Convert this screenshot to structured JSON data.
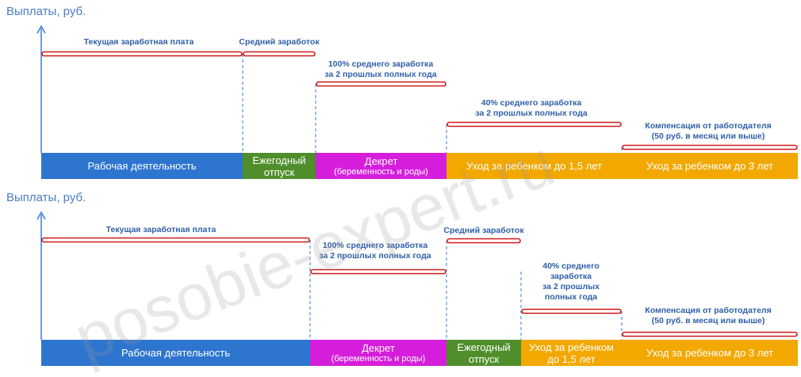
{
  "colors": {
    "work": "#2e75d0",
    "vacation": "#4f8e2a",
    "decree": "#d51edb",
    "care": "#f3a800",
    "axis": "#3a7bd5",
    "payline": "#d01919",
    "label": "#2f5fa8"
  },
  "panels": [
    {
      "title": "Выплаты, руб.",
      "segments": [
        {
          "id": "work",
          "label": "Рабочая деятельность",
          "sub": ""
        },
        {
          "id": "vacation",
          "label": "Ежегодный\nотпуск",
          "sub": ""
        },
        {
          "id": "decree",
          "label": "Декрет",
          "sub": "(беременность и роды)"
        },
        {
          "id": "care15",
          "label": "Уход за ребенком до 1,5 лет",
          "sub": ""
        },
        {
          "id": "care3",
          "label": "Уход за ребенком до 3 лет",
          "sub": ""
        }
      ],
      "payments": [
        {
          "label": "Текущая заработная плата"
        },
        {
          "label": "Средний заработок"
        },
        {
          "label": "100% среднего заработка\nза 2 прошлых полных года"
        },
        {
          "label": "40% среднего заработка\nза 2 прошлых полных года"
        },
        {
          "label": "Компенсация от работодателя\n(50 руб. в месяц или выше)"
        }
      ]
    },
    {
      "title": "Выплаты, руб.",
      "segments": [
        {
          "id": "work",
          "label": "Рабочая деятельность",
          "sub": ""
        },
        {
          "id": "decree",
          "label": "Декрет",
          "sub": "(беременность и роды)"
        },
        {
          "id": "vacation",
          "label": "Ежегодный\nотпуск",
          "sub": ""
        },
        {
          "id": "care15",
          "label": "Уход за ребенком\nдо 1,5 лет",
          "sub": ""
        },
        {
          "id": "care3",
          "label": "Уход за ребенком до 3 лет",
          "sub": ""
        }
      ],
      "payments": [
        {
          "label": "Текущая заработная плата"
        },
        {
          "label": "100% среднего заработка\nза 2 прошлых полных года"
        },
        {
          "label": "Средний заработок"
        },
        {
          "label": "40% среднего\nзаработка\nза 2 прошлых\nполных года"
        },
        {
          "label": "Компенсация от работодателя\n(50 руб. в месяц или выше)"
        }
      ]
    }
  ],
  "watermark": "posobie-expert.ru"
}
